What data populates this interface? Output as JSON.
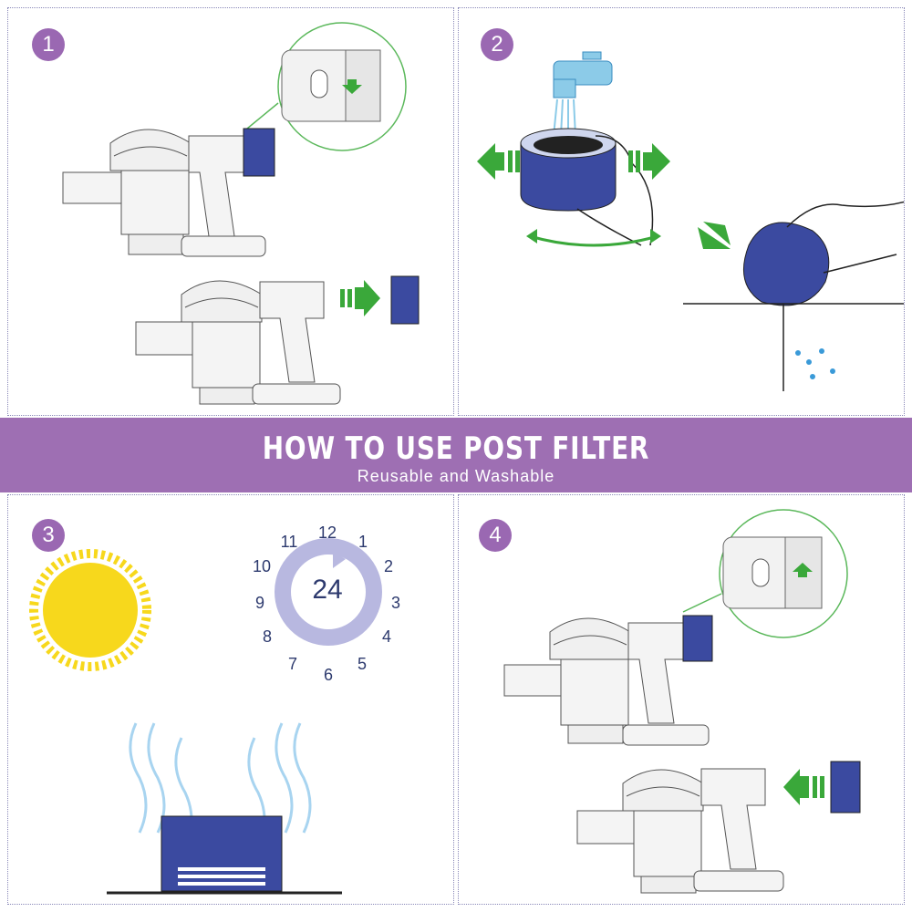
{
  "banner": {
    "title": "HOW TO USE POST FILTER",
    "subtitle": "Reusable and Washable"
  },
  "steps": [
    {
      "number": "1"
    },
    {
      "number": "2"
    },
    {
      "number": "3"
    },
    {
      "number": "4"
    }
  ],
  "clock": {
    "center": "24",
    "hours": [
      "12",
      "1",
      "2",
      "3",
      "4",
      "5",
      "6",
      "7",
      "8",
      "9",
      "10",
      "11"
    ]
  },
  "colors": {
    "accent_purple": "#9e6fb3",
    "filter_blue": "#3b4aa0",
    "arrow_green": "#3aa83a",
    "sun_yellow": "#f7d81c",
    "clock_ring": "#b8b8e0"
  },
  "icons": [
    "vacuum-icon",
    "filter-icon",
    "arrow-icon",
    "faucet-icon",
    "hand-icon",
    "sun-icon",
    "clock-icon",
    "steam-icon",
    "water-drops-icon"
  ]
}
